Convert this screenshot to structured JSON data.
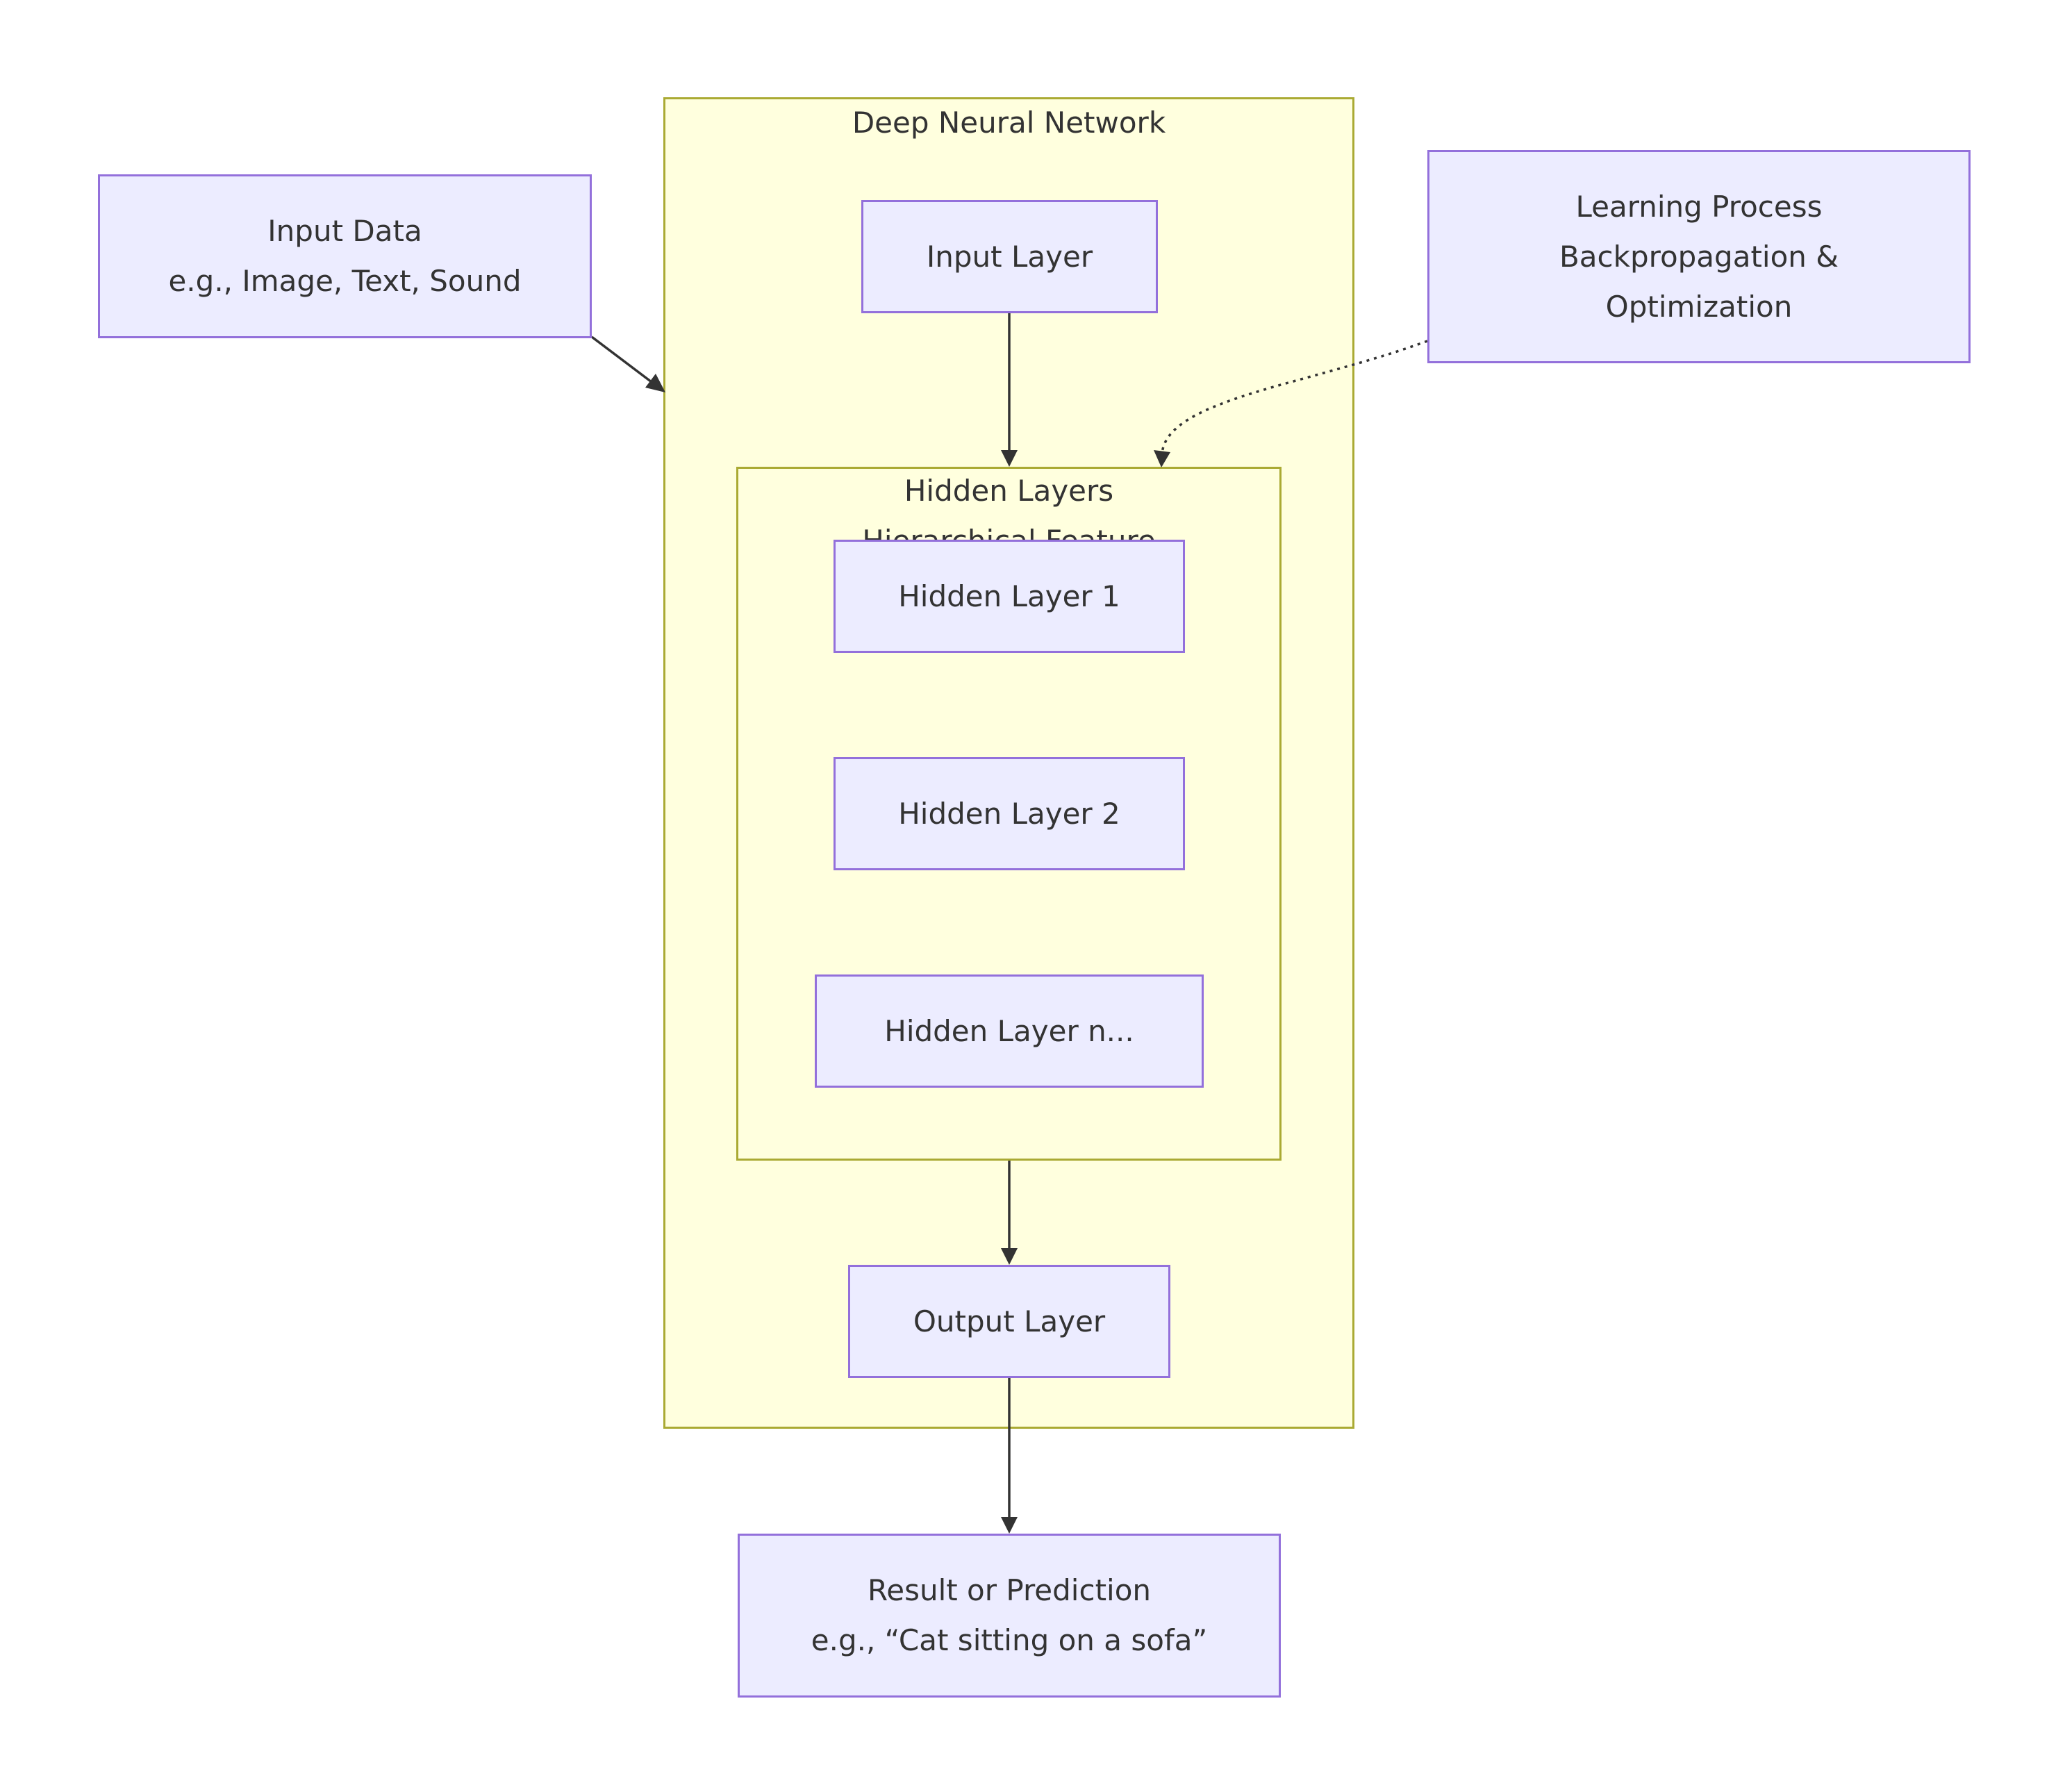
{
  "diagram": {
    "clusters": {
      "dnn": {
        "title": "Deep Neural Network"
      },
      "hidden": {
        "title": "Hidden Layers\nHierarchical Feature"
      }
    },
    "nodes": {
      "input_data": {
        "label": "Input Data\ne.g., Image, Text, Sound"
      },
      "input_layer": {
        "label": "Input Layer"
      },
      "learning": {
        "label": "Learning Process\nBackpropagation &\nOptimization"
      },
      "hidden_1": {
        "label": "Hidden Layer 1"
      },
      "hidden_2": {
        "label": "Hidden Layer 2"
      },
      "hidden_n": {
        "label": "Hidden Layer n..."
      },
      "output_layer": {
        "label": "Output Layer"
      },
      "result": {
        "label": "Result or Prediction\ne.g., “Cat sitting on a sofa”"
      }
    },
    "edges": [
      {
        "from": "Input Data",
        "to": "Deep Neural Network",
        "style": "solid"
      },
      {
        "from": "Input Layer",
        "to": "Hidden Layers",
        "style": "solid"
      },
      {
        "from": "Learning Process",
        "to": "Hidden Layers",
        "style": "dotted"
      },
      {
        "from": "Hidden Layers",
        "to": "Output Layer",
        "style": "solid"
      },
      {
        "from": "Output Layer",
        "to": "Result or Prediction",
        "style": "solid"
      }
    ],
    "colors": {
      "node_fill": "#ececff",
      "node_border": "#9370db",
      "cluster_fill": "#ffffde",
      "cluster_border": "#aaaa33",
      "edge": "#333333",
      "text": "#333333"
    }
  }
}
